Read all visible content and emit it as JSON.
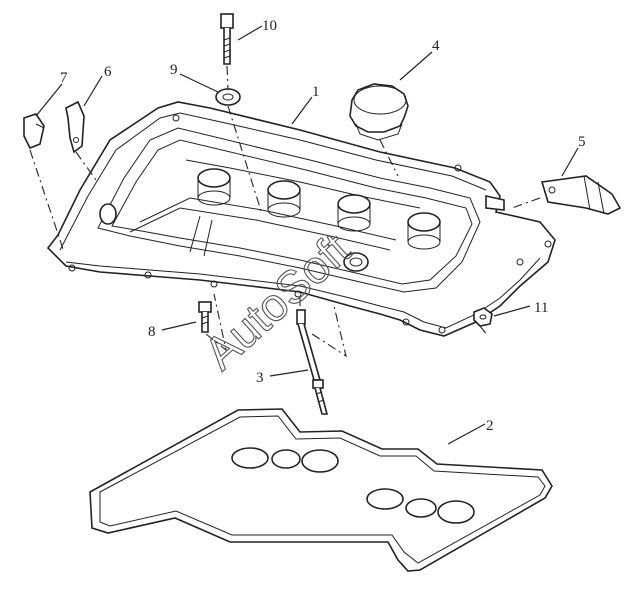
{
  "callouts": [
    {
      "id": "1",
      "text": "1"
    },
    {
      "id": "2",
      "text": "2"
    },
    {
      "id": "3",
      "text": "3"
    },
    {
      "id": "4",
      "text": "4"
    },
    {
      "id": "5",
      "text": "5"
    },
    {
      "id": "6",
      "text": "6"
    },
    {
      "id": "7",
      "text": "7"
    },
    {
      "id": "8",
      "text": "8"
    },
    {
      "id": "9",
      "text": "9"
    },
    {
      "id": "10",
      "text": "10"
    },
    {
      "id": "11",
      "text": "11"
    }
  ],
  "watermark": "AutoSoft"
}
